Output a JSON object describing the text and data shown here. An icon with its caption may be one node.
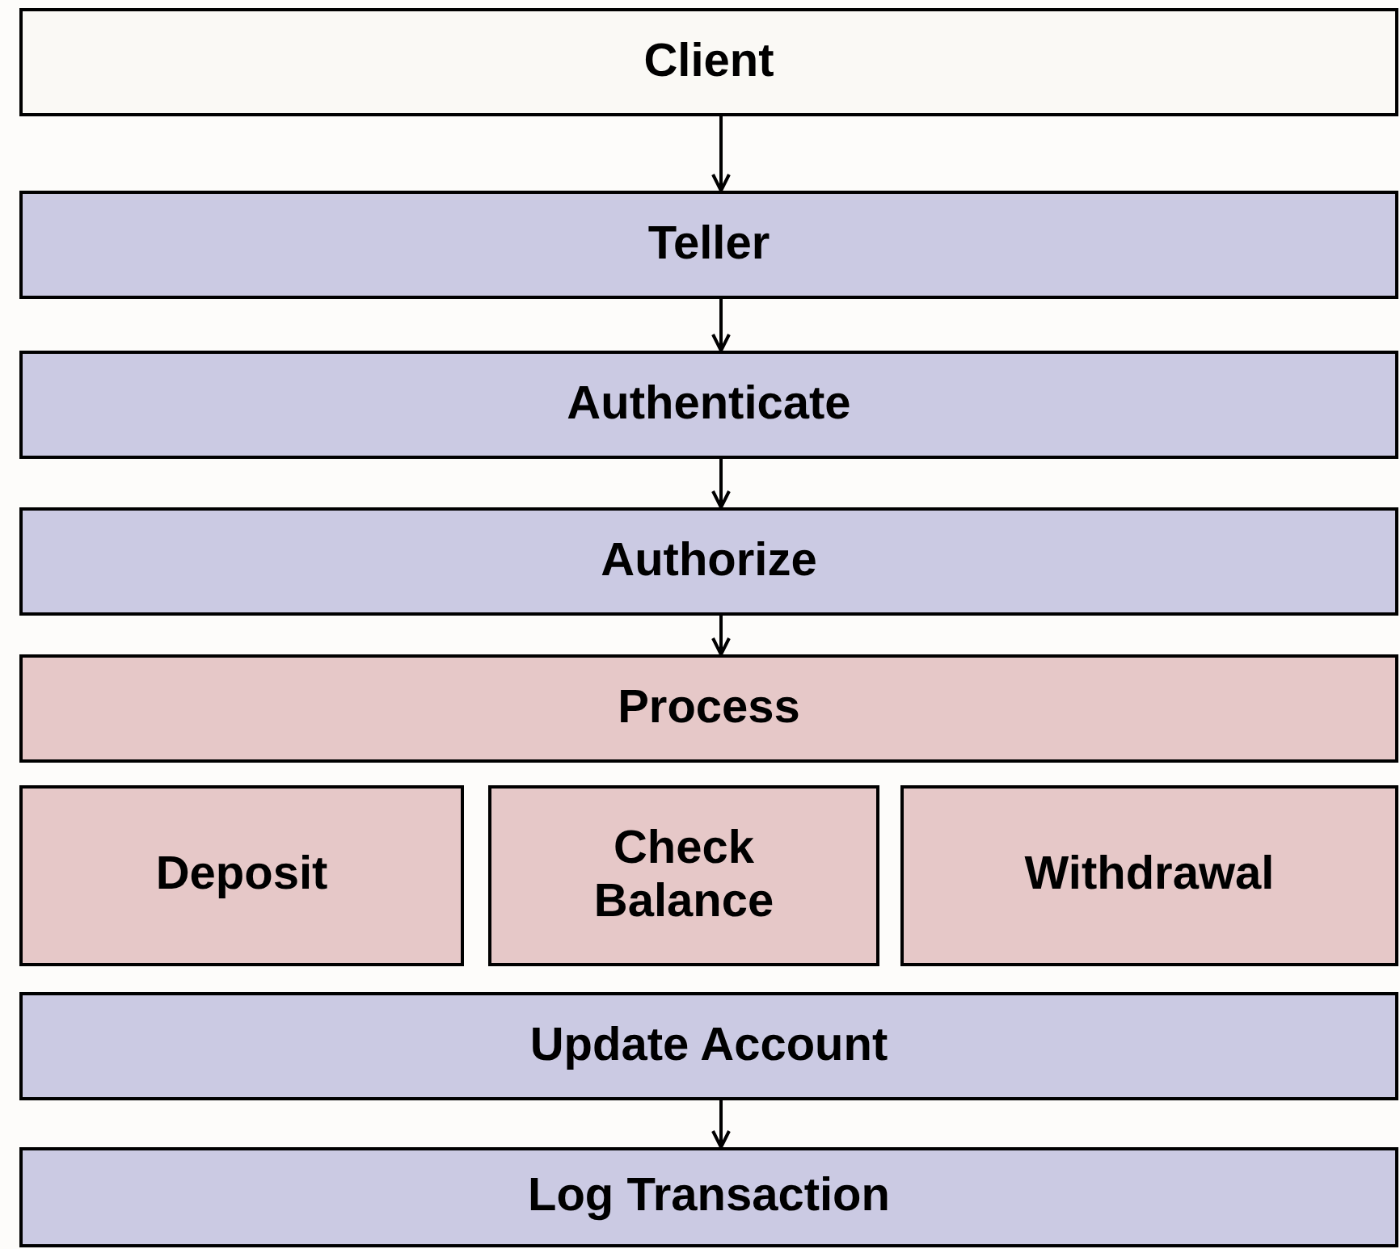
{
  "diagram": {
    "nodes": [
      {
        "text": [
          "Client"
        ]
      },
      {
        "text": [
          "Teller"
        ]
      },
      {
        "text": [
          "Authenticate"
        ]
      },
      {
        "text": [
          "Authorize"
        ]
      },
      {
        "text": [
          "Process"
        ]
      },
      {
        "text": [
          "Deposit"
        ]
      },
      {
        "text": [
          "Check Balance"
        ]
      },
      {
        "text": [
          "Withdrawal"
        ]
      },
      {
        "text": [
          "Update Account"
        ]
      },
      {
        "text": [
          "Log Transaction"
        ]
      }
    ],
    "edges": [
      {
        "from": 0,
        "to": 1,
        "arrow": "to"
      },
      {
        "from": 1,
        "to": 2,
        "arrow": "to"
      },
      {
        "from": 2,
        "to": 3,
        "arrow": "to"
      },
      {
        "from": 3,
        "to": 4,
        "arrow": "to"
      },
      {
        "from": 8,
        "to": 9,
        "arrow": "to"
      }
    ]
  }
}
